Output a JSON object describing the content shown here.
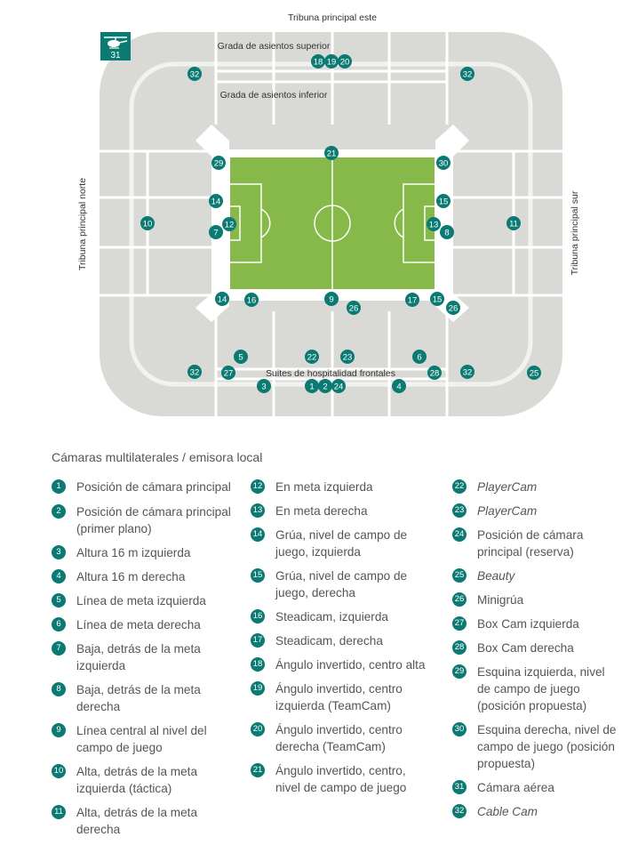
{
  "labels": {
    "top_stand": "Tribuna principal este",
    "upper_tier": "Grada de asientos superior",
    "lower_tier": "Grada de asientos inferior",
    "north_stand": "Tribuna principal norte",
    "south_stand": "Tribuna principal sur",
    "suites": "Suites de hospitalidad frontales"
  },
  "legend": {
    "title": "Cámaras multilaterales / emisora local",
    "columns": [
      [
        {
          "num": "1",
          "text": "Posición de cámara principal"
        },
        {
          "num": "2",
          "text": "Posición de cámara principal (primer plano)"
        },
        {
          "num": "3",
          "text": "Altura 16 m izquierda"
        },
        {
          "num": "4",
          "text": "Altura 16 m derecha"
        },
        {
          "num": "5",
          "text": "Línea de meta izquierda"
        },
        {
          "num": "6",
          "text": "Línea de meta derecha"
        },
        {
          "num": "7",
          "text": "Baja, detrás de la meta izquierda"
        },
        {
          "num": "8",
          "text": "Baja, detrás de la meta derecha"
        },
        {
          "num": "9",
          "text": "Línea central al nivel del campo de juego"
        },
        {
          "num": "10",
          "text": "Alta, detrás de la meta izquierda (táctica)"
        },
        {
          "num": "11",
          "text": "Alta, detrás de la meta derecha"
        }
      ],
      [
        {
          "num": "12",
          "text": "En meta izquierda"
        },
        {
          "num": "13",
          "text": "En meta derecha"
        },
        {
          "num": "14",
          "text": "Grúa, nivel de campo de juego, izquierda"
        },
        {
          "num": "15",
          "text": "Grúa, nivel de campo de juego, derecha"
        },
        {
          "num": "16",
          "text": "Steadicam, izquierda"
        },
        {
          "num": "17",
          "text": "Steadicam, derecha"
        },
        {
          "num": "18",
          "text": "Ángulo invertido, centro alta"
        },
        {
          "num": "19",
          "text": "Ángulo invertido, centro izquierda (TeamCam)"
        },
        {
          "num": "20",
          "text": "Ángulo invertido, centro derecha (TeamCam)"
        },
        {
          "num": "21",
          "text": "Ángulo invertido, centro, nivel de campo de juego"
        }
      ],
      [
        {
          "num": "22",
          "text": "PlayerCam",
          "italic": true
        },
        {
          "num": "23",
          "text": "PlayerCam",
          "italic": true
        },
        {
          "num": "24",
          "text": "Posición de cámara principal (reserva)"
        },
        {
          "num": "25",
          "text": "Beauty",
          "italic": true
        },
        {
          "num": "26",
          "text": "Minigrúa"
        },
        {
          "num": "27",
          "text": "Box Cam izquierda"
        },
        {
          "num": "28",
          "text": "Box Cam derecha"
        },
        {
          "num": "29",
          "text": "Esquina izquierda, nivel de campo de juego (posición propuesta)"
        },
        {
          "num": "30",
          "text": "Esquina derecha, nivel de campo de juego (posición propuesta)"
        },
        {
          "num": "31",
          "text": "Cámara aérea"
        },
        {
          "num": "32",
          "text": "Cable Cam",
          "italic": true
        }
      ]
    ]
  },
  "cameras": [
    {
      "num": "1"
    },
    {
      "num": "2"
    },
    {
      "num": "3"
    },
    {
      "num": "4"
    },
    {
      "num": "5"
    },
    {
      "num": "6"
    },
    {
      "num": "7"
    },
    {
      "num": "8"
    },
    {
      "num": "9"
    },
    {
      "num": "10"
    },
    {
      "num": "11"
    },
    {
      "num": "12"
    },
    {
      "num": "13"
    },
    {
      "num": "14"
    },
    {
      "num": "14"
    },
    {
      "num": "15"
    },
    {
      "num": "15"
    },
    {
      "num": "16"
    },
    {
      "num": "17"
    },
    {
      "num": "18"
    },
    {
      "num": "19"
    },
    {
      "num": "20"
    },
    {
      "num": "21"
    },
    {
      "num": "22"
    },
    {
      "num": "23"
    },
    {
      "num": "24"
    },
    {
      "num": "25"
    },
    {
      "num": "26"
    },
    {
      "num": "26"
    },
    {
      "num": "27"
    },
    {
      "num": "28"
    },
    {
      "num": "29"
    },
    {
      "num": "30"
    },
    {
      "num": "32"
    },
    {
      "num": "32"
    },
    {
      "num": "32"
    },
    {
      "num": "32"
    }
  ],
  "helicopter_badge": "31",
  "colors": {
    "teal": "#0b7a72",
    "seat_gray": "#d9d9d6",
    "pitch_green": "#86b94a"
  }
}
